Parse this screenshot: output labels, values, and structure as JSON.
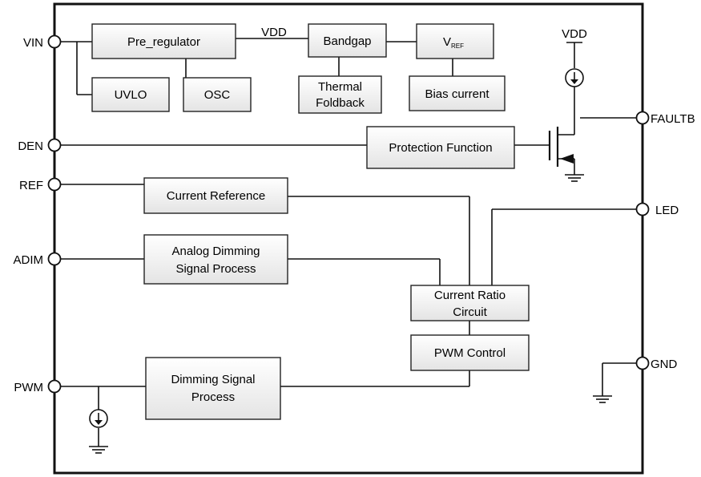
{
  "pins": {
    "vin": "VIN",
    "den": "DEN",
    "ref": "REF",
    "adim": "ADIM",
    "pwm": "PWM",
    "faultb": "FAULTB",
    "led": "LED",
    "gnd": "GND"
  },
  "nets": {
    "vdd_wire": "VDD",
    "vdd_supply": "VDD"
  },
  "blocks": {
    "pre_regulator": "Pre_regulator",
    "bandgap": "Bandgap",
    "vref_main": "V",
    "vref_sub": "REF",
    "uvlo": "UVLO",
    "osc": "OSC",
    "thermal_line1": "Thermal",
    "thermal_line2": "Foldback",
    "bias_current": "Bias current",
    "protection": "Protection Function",
    "current_reference": "Current Reference",
    "analog_dimming_line1": "Analog Dimming",
    "analog_dimming_line2": "Signal Process",
    "current_ratio_line1": "Current Ratio",
    "current_ratio_line2": "Circuit",
    "pwm_control": "PWM Control",
    "dimming_line1": "Dimming Signal",
    "dimming_line2": "Process"
  }
}
